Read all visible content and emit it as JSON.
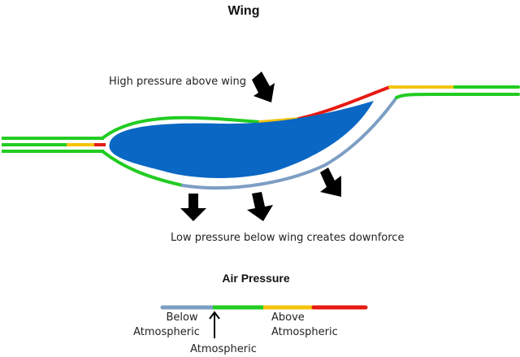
{
  "title": "Wing",
  "labels": {
    "high_pressure": "High pressure above wing",
    "low_pressure": "Low pressure below wing creates downforce"
  },
  "legend": {
    "title": "Air Pressure",
    "below_line1": "Below",
    "below_line2": "Atmospheric",
    "above_line1": "Above",
    "above_line2": "Atmospheric",
    "atmospheric": "Atmospheric"
  },
  "colors": {
    "wing_fill": "#0a67c4",
    "below_atmospheric": "#7d9ec4",
    "atmospheric": "#22cc22",
    "above_low": "#f4c40e",
    "above_high": "#e61a12",
    "arrow": "#000000"
  }
}
